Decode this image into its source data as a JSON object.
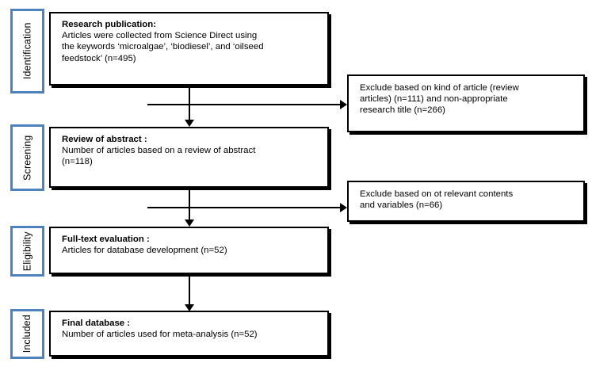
{
  "diagram": {
    "title": "PRISMA article selection flow diagram",
    "accent_color": "#4f81bd",
    "line_color": "#000000",
    "background_color": "#ffffff"
  },
  "stages": [
    {
      "label": "Identification"
    },
    {
      "label": "Screening"
    },
    {
      "label": "Eligibility"
    },
    {
      "label": "Included"
    }
  ],
  "main_boxes": [
    {
      "heading": "Research publication:",
      "lines": [
        "Articles were collected from Science Direct using",
        "the keywords ‘microalgae’, ‘biodiesel’, and ‘oilseed",
        "feedstock’ (n=495)"
      ],
      "count": "n=495"
    },
    {
      "heading": "Review of abstract :",
      "lines": [
        "Number of articles based on a review of abstract",
        "(n=118)"
      ],
      "count": "n=118"
    },
    {
      "heading": "Full-text evaluation :",
      "lines": [
        "Articles for database development (n=52)"
      ],
      "count": "n=52"
    },
    {
      "heading": "Final database :",
      "lines": [
        "Number of articles used for meta-analysis (n=52)"
      ],
      "count": "n=52"
    }
  ],
  "exclude_boxes": [
    {
      "lines": [
        "Exclude based on kind of article (review",
        "articles) (n=111) and non-appropriate",
        "research title (n=266)"
      ],
      "counts": [
        "n=111",
        "n=266"
      ]
    },
    {
      "lines": [
        "Exclude based on ot relevant contents",
        "and variables (n=66)"
      ],
      "counts": [
        "n=66"
      ]
    }
  ]
}
